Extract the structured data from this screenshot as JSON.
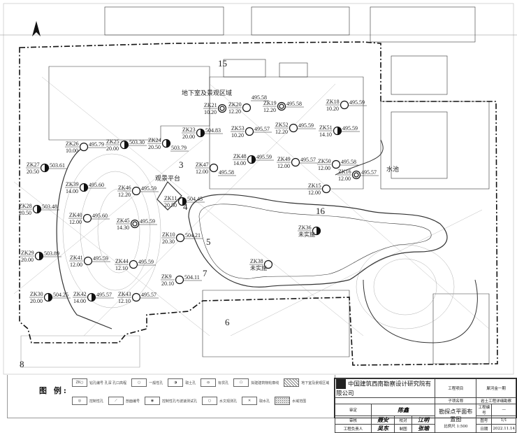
{
  "site_labels": {
    "basement": "地下室及景观区域",
    "platform": "观景平台",
    "water": "水池",
    "sections": [
      "3",
      "4",
      "5",
      "6",
      "7",
      "8",
      "15",
      "16"
    ]
  },
  "boreholes": [
    {
      "id": "ZK21",
      "depth": "10.20",
      "elev": "",
      "type": "control"
    },
    {
      "id": "ZK20",
      "depth": "12.20",
      "elev": "495.58",
      "type": "general"
    },
    {
      "id": "ZK19",
      "depth": "12.20",
      "elev": "495.58",
      "type": "control"
    },
    {
      "id": "ZK18",
      "depth": "10.20",
      "elev": "495.59",
      "type": "general"
    },
    {
      "id": "ZK53",
      "depth": "10.20",
      "elev": "495.57",
      "type": "general"
    },
    {
      "id": "ZK52",
      "depth": "12.20",
      "elev": "495.59",
      "type": "general"
    },
    {
      "id": "ZK51",
      "depth": "14.10",
      "elev": "495.59",
      "type": "sample"
    },
    {
      "id": "ZK48",
      "depth": "14.00",
      "elev": "495.59",
      "type": "sample"
    },
    {
      "id": "ZK49",
      "depth": "12.00",
      "elev": "495.57",
      "type": "general"
    },
    {
      "id": "ZK50",
      "depth": "12.00",
      "elev": "495.58",
      "type": "general"
    },
    {
      "id": "ZK16",
      "depth": "12.00",
      "elev": "495.57",
      "type": "control"
    },
    {
      "id": "ZK15",
      "depth": "12.00",
      "elev": "",
      "type": "general"
    },
    {
      "id": "ZK47",
      "depth": "12.00",
      "elev": "495.58",
      "type": "general"
    },
    {
      "id": "ZK23",
      "depth": "20.00",
      "elev": "504.83",
      "type": "sample"
    },
    {
      "id": "ZK24",
      "depth": "20.50",
      "elev": "503.79",
      "type": "sample"
    },
    {
      "id": "ZK25",
      "depth": "20.00",
      "elev": "503.30",
      "type": "sample"
    },
    {
      "id": "ZK26",
      "depth": "10.00",
      "elev": "495.79",
      "type": "general"
    },
    {
      "id": "ZK27",
      "depth": "20.50",
      "elev": "503.61",
      "type": "sample"
    },
    {
      "id": "ZK39",
      "depth": "14.00",
      "elev": "495.60",
      "type": "sample"
    },
    {
      "id": "ZK46",
      "depth": "12.20",
      "elev": "495.59",
      "type": "general"
    },
    {
      "id": "ZK28",
      "depth": "20.50",
      "elev": "503.48",
      "type": "sample"
    },
    {
      "id": "ZK40",
      "depth": "12.00",
      "elev": "495.60",
      "type": "general"
    },
    {
      "id": "ZK45",
      "depth": "14.30",
      "elev": "495.59",
      "type": "control"
    },
    {
      "id": "ZK11",
      "depth": "20.50",
      "elev": "504.45",
      "type": "sample"
    },
    {
      "id": "ZK10",
      "depth": "20.30",
      "elev": "504.21",
      "type": "general"
    },
    {
      "id": "ZK41",
      "depth": "12.00",
      "elev": "495.59",
      "type": "general"
    },
    {
      "id": "ZK44",
      "depth": "12.10",
      "elev": "495.59",
      "type": "general"
    },
    {
      "id": "ZK29",
      "depth": "20.00",
      "elev": "503.89",
      "type": "sample"
    },
    {
      "id": "ZK9",
      "depth": "20.10",
      "elev": "504.11",
      "type": "general"
    },
    {
      "id": "ZK42",
      "depth": "14.00",
      "elev": "495.57",
      "type": "sample"
    },
    {
      "id": "ZK43",
      "depth": "12.10",
      "elev": "495.57",
      "type": "general"
    },
    {
      "id": "ZK30",
      "depth": "20.00",
      "elev": "504.25",
      "type": "sample"
    },
    {
      "id": "ZK36",
      "depth": "未实施",
      "elev": "",
      "type": "sample"
    },
    {
      "id": "ZK38",
      "depth": "未实施",
      "elev": "",
      "type": "general"
    }
  ],
  "legend": {
    "title": "图 例:",
    "items": [
      "钻孔编号 孔深 孔口高程",
      "一般性孔",
      "取土孔",
      "标贯孔",
      "拟建建筑物轮廓线",
      "地下室及景观区域",
      "控制性孔",
      "剖面编号",
      "控制性孔与波速测试孔",
      "水文观测孔",
      "取水孔",
      "水域范围"
    ]
  },
  "title_block": {
    "company": "中国建筑西南勘察设计研究院有限公司",
    "project_label": "工程项目",
    "project": "犀河金一期",
    "subitem_label": "子项名称",
    "subitem": "岩土工程详细勘察",
    "drawing_title": "勘探点平面布置图",
    "scale": "比例尺 1:500",
    "roles": [
      "审定",
      "审核",
      "工程负责人",
      "校对",
      "制图"
    ],
    "signatures": [
      "陈鑫",
      "聂安",
      "吴东",
      "江明",
      "张瑜"
    ],
    "number_label": "工程编号",
    "sheet_label": "图号",
    "sheet": "1/1",
    "date_label": "日期",
    "date": "2022.11.14"
  }
}
